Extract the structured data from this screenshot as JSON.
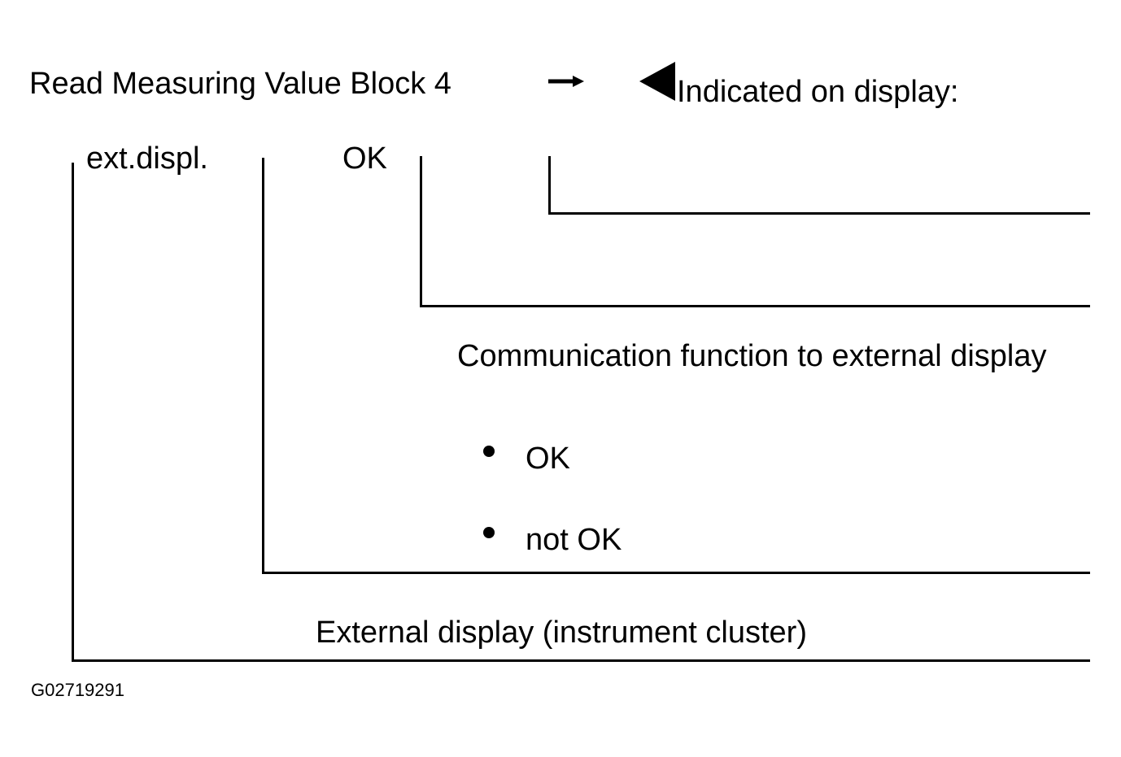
{
  "header": {
    "title": "Read Measuring Value Block 4",
    "indicated_label": "Indicated on display:",
    "arrow_icon": "right-arrow-icon",
    "pointer_icon": "left-triangle-pointer-icon"
  },
  "display_fields": {
    "field1": "ext.displ.",
    "field2": "OK"
  },
  "descriptions": {
    "communication": "Communication function to external display",
    "options": [
      "OK",
      "not OK"
    ],
    "external_display": "External display (instrument cluster)"
  },
  "figure_id": "G02719291"
}
